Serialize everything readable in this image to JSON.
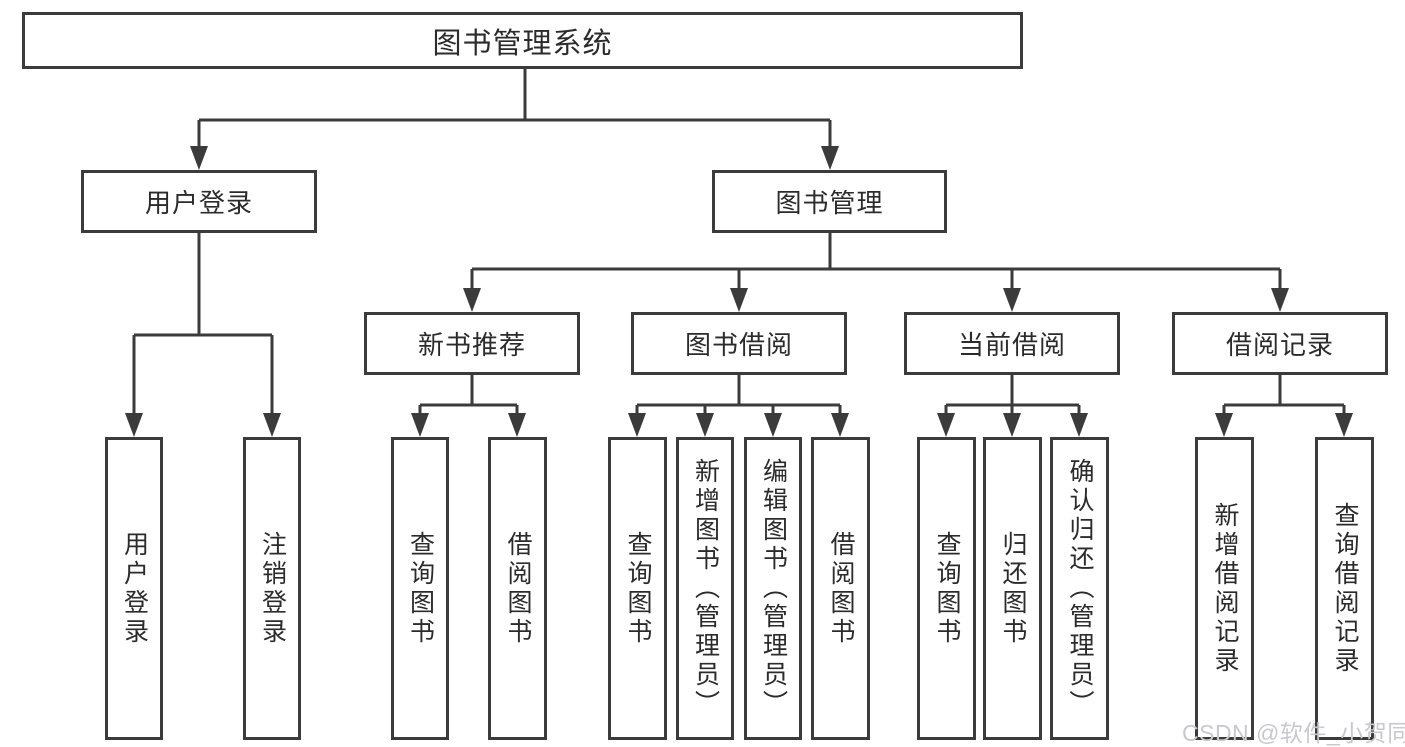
{
  "colors": {
    "line": "#3b3b3b",
    "text": "#2b2b2b",
    "watermark": "#c8c8cd",
    "background": "#ffffff"
  },
  "watermark": {
    "text": "CSDN @软件_小贺同学"
  },
  "tree": {
    "root": {
      "label": "图书管理系统"
    },
    "branches": [
      {
        "label": "用户登录",
        "children": [
          {
            "label": "用户登录"
          },
          {
            "label": "注销登录"
          }
        ]
      },
      {
        "label": "图书管理",
        "children": [
          {
            "label": "新书推荐",
            "children": [
              {
                "label": "查询图书"
              },
              {
                "label": "借阅图书"
              }
            ]
          },
          {
            "label": "图书借阅",
            "children": [
              {
                "label": "查询图书"
              },
              {
                "label": "新增图书（管理员）"
              },
              {
                "label": "编辑图书（管理员）"
              },
              {
                "label": "借阅图书"
              }
            ]
          },
          {
            "label": "当前借阅",
            "children": [
              {
                "label": "查询图书"
              },
              {
                "label": "归还图书"
              },
              {
                "label": "确认归还（管理员）"
              }
            ]
          },
          {
            "label": "借阅记录",
            "children": [
              {
                "label": "新增借阅记录"
              },
              {
                "label": "查询借阅记录"
              }
            ]
          }
        ]
      }
    ]
  }
}
